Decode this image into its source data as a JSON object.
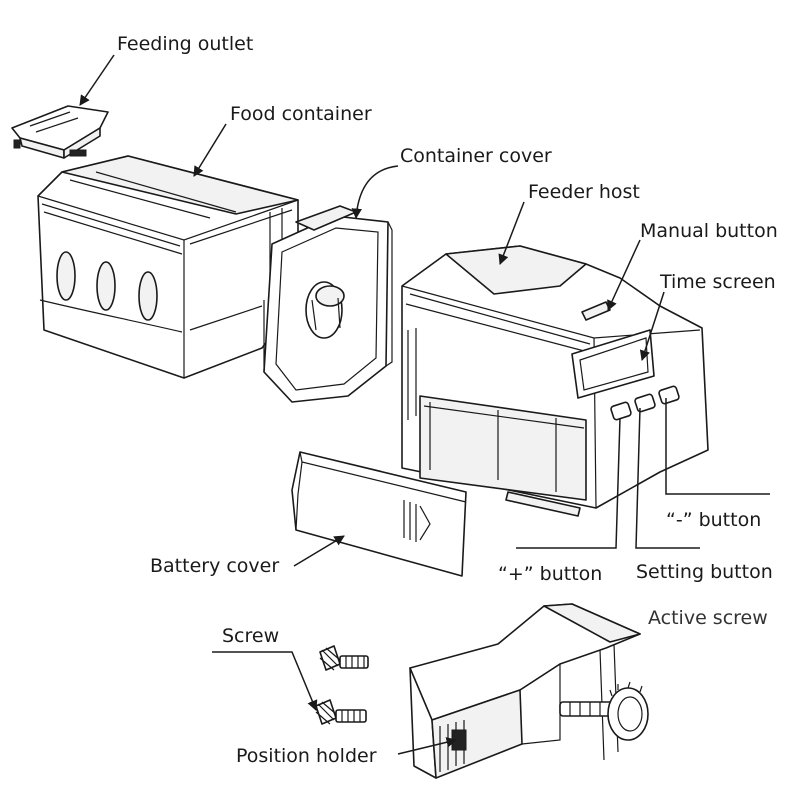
{
  "labels": {
    "feeding_outlet": "Feeding outlet",
    "food_container": "Food container",
    "container_cover": "Container cover",
    "feeder_host": "Feeder host",
    "manual_button": "Manual button",
    "time_screen": "Time screen",
    "minus_button": "“-” button",
    "setting_button": "Setting button",
    "plus_button": "“+” button",
    "battery_cover": "Battery cover",
    "screw": "Screw",
    "active_screw": "Active screw",
    "position_holder": "Position holder"
  }
}
